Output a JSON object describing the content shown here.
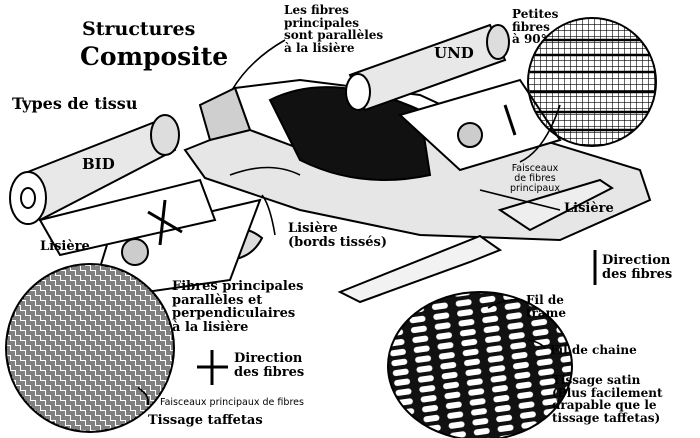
{
  "title": {
    "line1": "Structures",
    "line2": "Composite",
    "line3": "Types de tissu"
  },
  "rolls": {
    "bid": "BID",
    "und": "UND"
  },
  "labels": {
    "fibres_paralleles": "Les fibres\nprincipales\nsont parallèles\nà la lisière",
    "petites_fibres": "Petites\nfibres\nà 90°",
    "faisceaux_principaux": "Faisceaux\nde fibres\nprincipaux",
    "lisiere_right": "Lisière",
    "lisiere_left": "Lisière",
    "lisiere_bords": "Lisière\n(bords tissés)",
    "direction_fibres_right": "Direction\ndes fibres",
    "fibres_principales_perp": "Fibres principales\nparallèles et\nperpendiculaires\nà la lisière",
    "direction_fibres_left": "Direction\ndes fibres",
    "faisceaux_principaux_fibres": "Faisceaux principaux de fibres",
    "tissage_taffetas": "Tissage taffetas",
    "fil_de_trame": "Fil de\ntrame",
    "fil_de_chaine": "Fil de chaine",
    "tissage_satin": "Tissage satin\n(Plus facilement\ndrapable que le\ntissage taffetas)"
  },
  "colors": {
    "ink": "#000000",
    "paper": "#ffffff",
    "shade": "#d8d8d8"
  }
}
